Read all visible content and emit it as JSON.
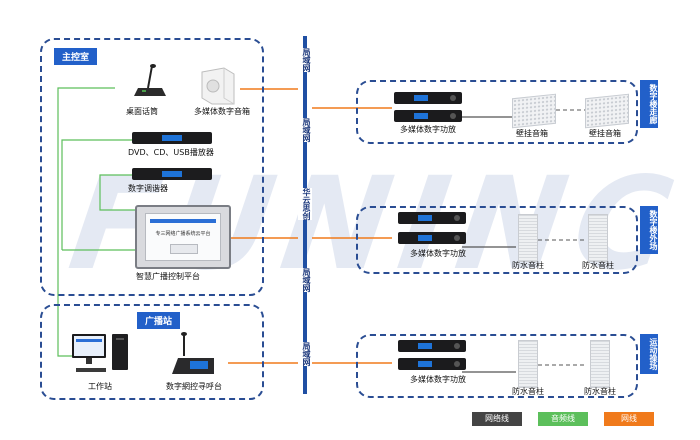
{
  "watermark": "FUNINC",
  "zones": {
    "master_room": "主控室",
    "broadcast_station": "广播站"
  },
  "devices": {
    "desk_microphone": "桌面话筒",
    "digital_speaker": "多媒体数字音箱",
    "dvd_player": "DVD、CD、USB播放器",
    "tuner": "数字调谐器",
    "platform": "智慧广播控制平台",
    "workstation": "工作站",
    "paging_station": "数字網控寻呼台"
  },
  "platform_screen_text": "专三网络广播系统云平台",
  "network_labels": {
    "top": "局域网",
    "upper": "局域网",
    "cloud": "华云思创",
    "lower": "局域网",
    "bottom": "局域网"
  },
  "areas": [
    {
      "name": "数字楼走廊",
      "amp_label": "多媒体数字功放",
      "speaker_type": "panel",
      "speaker_labels": [
        "壁挂音箱",
        "壁挂音箱"
      ]
    },
    {
      "name": "数字楼外场",
      "amp_label": "多媒体数字功放",
      "speaker_type": "column",
      "speaker_labels": [
        "防水音柱",
        "防水音柱"
      ]
    },
    {
      "name": "运动操场",
      "amp_label": "多媒体数字功放",
      "speaker_type": "column",
      "speaker_labels": [
        "防水音柱",
        "防水音柱"
      ]
    }
  ],
  "legend": [
    {
      "label": "网络线",
      "color": "#444444"
    },
    {
      "label": "音频线",
      "color": "#5cbf5b"
    },
    {
      "label": "网线",
      "color": "#f07a1b"
    }
  ],
  "colors": {
    "network_bar": "#1f4fa3",
    "frame": "#2a4d93",
    "tag": "#2260c9",
    "audio_line": "#5cbf5b",
    "network_line": "#f07a1b"
  }
}
